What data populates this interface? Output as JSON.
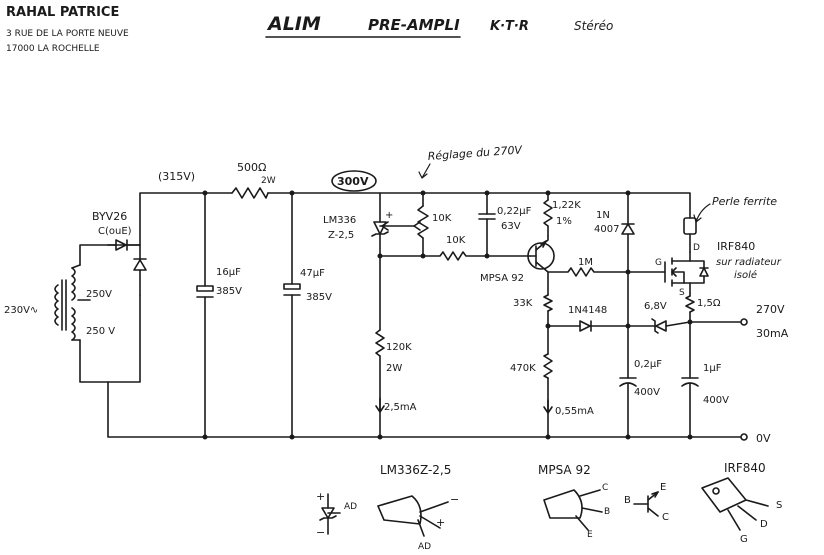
{
  "header": {
    "author": "RAHAL  PATRICE",
    "address_line1": "3 RUE DE LA PORTE NEUVE",
    "address_line2": "17000 LA ROCHELLE"
  },
  "title": {
    "alim": "ALIM",
    "preampli": "PRE-AMPLI",
    "ktr": "K·T·R",
    "stereo": "Stéréo"
  },
  "labels": {
    "v315": "(315V)",
    "v300": "300V",
    "reglage": "Réglage du 270V",
    "r500": "500Ω",
    "r500_w": "2W",
    "byv26": "BYV26",
    "byv26_alt": "C(ouE)",
    "transfo_in": "230V∿",
    "sec1": "250V",
    "sec2": "250 V",
    "c16_val": "16μF",
    "c16_v": "385V",
    "c47_val": "47μF",
    "c47_v": "385V",
    "lm336": "LM336",
    "lm336_b": "Z-2,5",
    "pot10k": "10K",
    "r10k": "10K",
    "c022_val": "0,22μF",
    "c022_v": "63V",
    "r122k": "1,22K",
    "r122k_tol": "1%",
    "d1n4007": "1N",
    "d1n4007_b": "4007",
    "mpsa92": "MPSA 92",
    "r1m": "1M",
    "r33k": "33K",
    "d1n4148": "1N4148",
    "z68": "6,8V",
    "r15": "1,5Ω",
    "out270": "270V",
    "out30ma": "30mA",
    "r470k": "470K",
    "c02_val": "0,2μF",
    "c02_v": "400V",
    "c1_val": "1μF",
    "c1_v": "400V",
    "i055": "0,55mA",
    "r120k": "120K",
    "r120k_w": "2W",
    "i25": "2,5mA",
    "perle": "Perle ferrite",
    "irf840": "IRF840",
    "irf_note1": "sur radiateur",
    "irf_note2": "isolé",
    "pin_g": "G",
    "pin_d": "D",
    "pin_s": "S",
    "v0": "0V",
    "plus": "+",
    "minus": "−"
  },
  "pinouts": {
    "lm336_title": "LM336Z-2,5",
    "ad": "AD",
    "mpsa_title": "MPSA 92",
    "c": "C",
    "b": "B",
    "e": "E",
    "irf_title": "IRF840",
    "s": "S",
    "d": "D",
    "g": "G"
  }
}
